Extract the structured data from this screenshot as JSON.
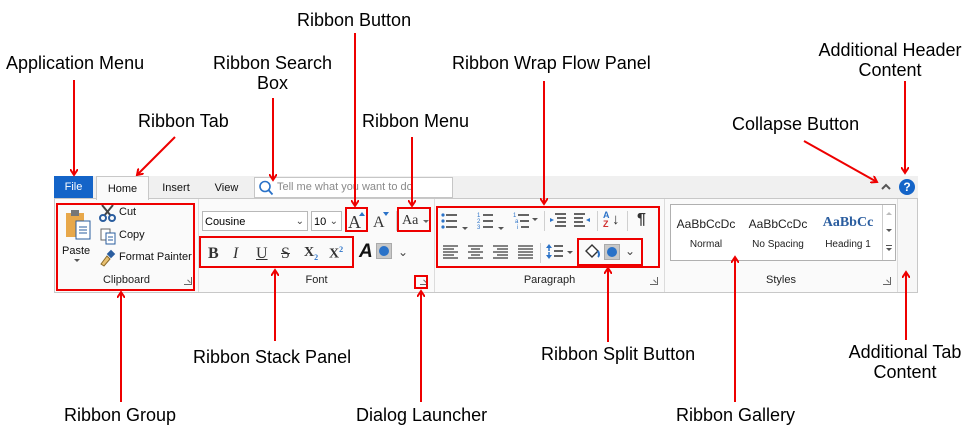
{
  "annotations": {
    "application_menu": "Application Menu",
    "ribbon_tab": "Ribbon Tab",
    "ribbon_search_box": "Ribbon Search Box",
    "ribbon_search_box_line1": "Ribbon Search",
    "ribbon_search_box_line2": "Box",
    "ribbon_button": "Ribbon Button",
    "ribbon_menu": "Ribbon Menu",
    "ribbon_wrap_flow_panel": "Ribbon Wrap Flow Panel",
    "collapse_button": "Collapse Button",
    "additional_header_content_line1": "Additional Header",
    "additional_header_content_line2": "Content",
    "ribbon_group": "Ribbon Group",
    "ribbon_stack_panel": "Ribbon Stack Panel",
    "dialog_launcher": "Dialog Launcher",
    "ribbon_split_button": "Ribbon Split Button",
    "ribbon_gallery": "Ribbon Gallery",
    "additional_tab_content_line1": "Additional Tab",
    "additional_tab_content_line2": "Content"
  },
  "ribbon": {
    "file_tab": "File",
    "tabs": [
      {
        "label": "Home",
        "active": true
      },
      {
        "label": "Insert",
        "active": false
      },
      {
        "label": "View",
        "active": false
      }
    ],
    "search_placeholder": "Tell me what you want to do",
    "colors": {
      "file_tab": "#1464c8",
      "highlight": "#e00000",
      "help_icon": "#1464c8"
    },
    "groups": {
      "clipboard": {
        "title": "Clipboard",
        "paste": "Paste",
        "cut": "Cut",
        "copy": "Copy",
        "format_painter": "Format Painter"
      },
      "font": {
        "title": "Font",
        "font_family": "Cousine",
        "font_size": "10",
        "case_menu": "Aa",
        "bold": "B",
        "italic": "I",
        "underline": "U",
        "strikethrough": "S",
        "subscript": "X",
        "superscript": "X"
      },
      "paragraph": {
        "title": "Paragraph",
        "sort": "AZ",
        "pilcrow": "¶"
      },
      "styles": {
        "title": "Styles",
        "items": [
          {
            "preview": "AaBbCcDc",
            "name": "Normal"
          },
          {
            "preview": "AaBbCcDc",
            "name": "No Spacing"
          },
          {
            "preview": "AaBbCc",
            "name": "Heading 1"
          }
        ]
      }
    }
  }
}
